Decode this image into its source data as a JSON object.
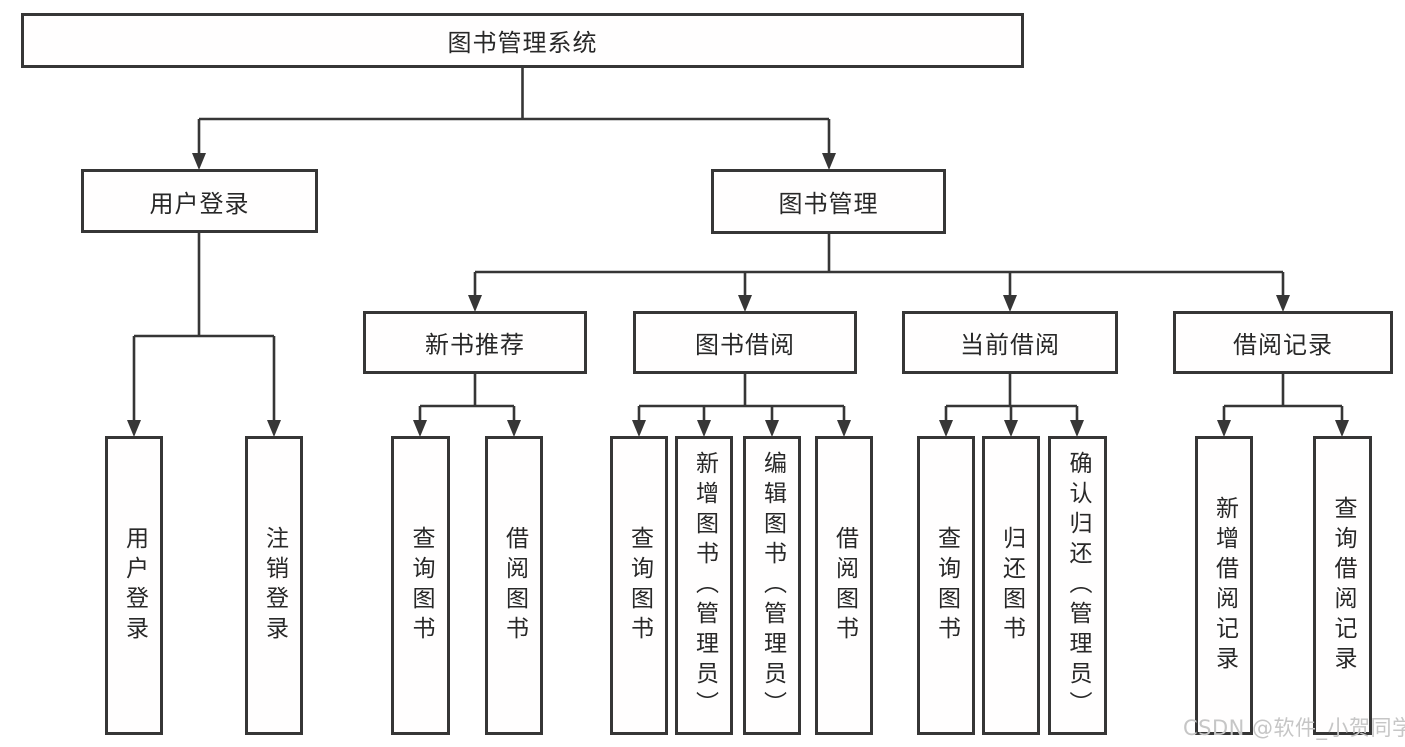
{
  "title": "图书管理系统",
  "tree": {
    "user": {
      "label": "用户登录",
      "children": [
        {
          "label": "用户登录"
        },
        {
          "label": "注销登录"
        }
      ]
    },
    "books": {
      "label": "图书管理",
      "children": [
        {
          "label": "新书推荐",
          "children": [
            {
              "label": "查询图书"
            },
            {
              "label": "借阅图书"
            }
          ]
        },
        {
          "label": "图书借阅",
          "children": [
            {
              "label": "查询图书"
            },
            {
              "label": "新增图书（管理员）"
            },
            {
              "label": "编辑图书（管理员）"
            },
            {
              "label": "借阅图书"
            }
          ]
        },
        {
          "label": "当前借阅",
          "children": [
            {
              "label": "查询图书"
            },
            {
              "label": "归还图书"
            },
            {
              "label": "确认归还（管理员）"
            }
          ]
        },
        {
          "label": "借阅记录",
          "children": [
            {
              "label": "新增借阅记录"
            },
            {
              "label": "查询借阅记录"
            }
          ]
        }
      ]
    }
  },
  "watermark": "CSDN @软件_小贺同学",
  "colors": {
    "line": "#363636",
    "box_border": "#363636",
    "box_fill": "#fffefe",
    "text": "#282828",
    "watermark": "#c6c6c6",
    "background": "#ffffff"
  }
}
